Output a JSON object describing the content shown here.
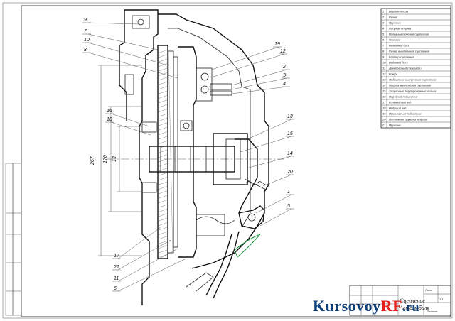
{
  "sheet": {
    "frame_color": "#222222",
    "background": "#ffffff"
  },
  "callouts": [
    "9",
    "7",
    "10",
    "8",
    "19",
    "12",
    "2",
    "3",
    "4",
    "13",
    "15",
    "16",
    "18",
    "14",
    "20",
    "1",
    "5",
    "17",
    "21",
    "11",
    "6"
  ],
  "dimensions": {
    "d1": "267",
    "d2": "170",
    "d3": "13"
  },
  "parts_list": [
    "Вердын-опора",
    "Рычаг",
    "Пружина",
    "Опорная втулка",
    "Вилка выключения сцепления",
    "Маховик",
    "Нажимной диск",
    "Рычаг выключения сцепления",
    "Картер сцепления",
    "Ведомый диск",
    "Демпферный прокладки",
    "Кожух",
    "Подшипник выключения сцепления",
    "Муфта выключения сцепления",
    "Защитные гофрированные кольца",
    "Передний подшипник",
    "Коленчатый вал",
    "Ведущий вал",
    "Игольчатый подшипник",
    "Оттяжная пружина муфты",
    "Пружина"
  ],
  "title_block": {
    "name_line1": "Сцепление",
    "name_line2": "Автомобиля",
    "sheet": "1:1",
    "mark_label": "Лист",
    "sheets_label": "Листов"
  },
  "watermark": {
    "main": "Kursovoy",
    "accent": "RF",
    "tld": ".ru"
  }
}
